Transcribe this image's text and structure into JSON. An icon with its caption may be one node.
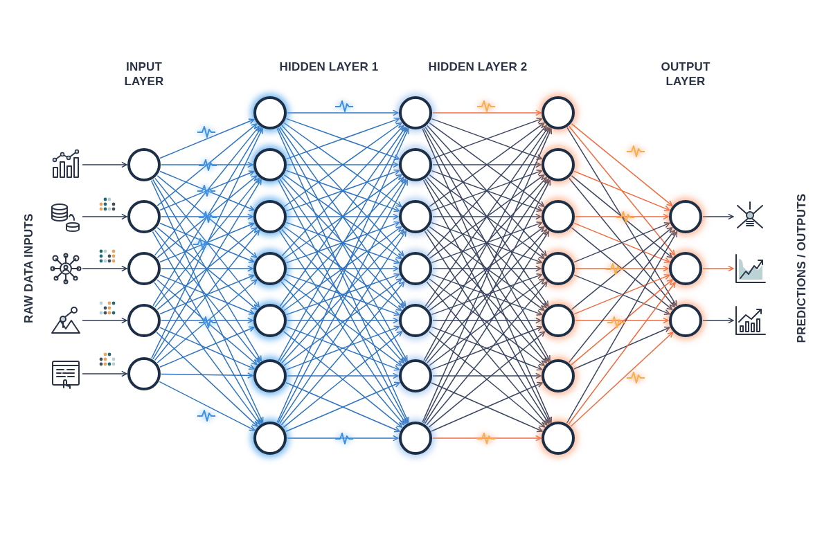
{
  "diagram": {
    "nodes": [
      {
        "text": [],
        "shape": "picture"
      },
      {
        "text": [],
        "shape": "picture"
      },
      {
        "text": [],
        "shape": "picture"
      },
      {
        "text": [],
        "shape": "picture"
      },
      {
        "text": [],
        "shape": "picture"
      },
      {
        "text": [],
        "shape": "circle"
      },
      {
        "text": [],
        "shape": "circle"
      },
      {
        "text": [],
        "shape": "circle"
      },
      {
        "text": [],
        "shape": "circle"
      },
      {
        "text": [],
        "shape": "circle"
      },
      {
        "text": [],
        "shape": "circle"
      },
      {
        "text": [],
        "shape": "circle"
      },
      {
        "text": [],
        "shape": "circle"
      },
      {
        "text": [],
        "shape": "circle"
      },
      {
        "text": [],
        "shape": "circle"
      },
      {
        "text": [],
        "shape": "circle"
      },
      {
        "text": [],
        "shape": "circle"
      },
      {
        "text": [],
        "shape": "circle"
      },
      {
        "text": [],
        "shape": "circle"
      },
      {
        "text": [],
        "shape": "circle"
      },
      {
        "text": [],
        "shape": "circle"
      },
      {
        "text": [],
        "shape": "circle"
      },
      {
        "text": [],
        "shape": "circle"
      },
      {
        "text": [],
        "shape": "circle"
      },
      {
        "text": [],
        "shape": "circle"
      },
      {
        "text": [],
        "shape": "circle"
      },
      {
        "text": [],
        "shape": "circle"
      },
      {
        "text": [],
        "shape": "circle"
      },
      {
        "text": [],
        "shape": "circle"
      },
      {
        "text": [],
        "shape": "circle"
      },
      {
        "text": [],
        "shape": "circle"
      },
      {
        "text": [],
        "shape": "circle"
      },
      {
        "text": [],
        "shape": "circle"
      },
      {
        "text": [],
        "shape": "circle"
      },
      {
        "text": [],
        "shape": "picture"
      },
      {
        "text": [],
        "shape": "picture"
      },
      {
        "text": [],
        "shape": "picture"
      }
    ],
    "edges": [
      {
        "from": 0,
        "to": 5,
        "arrow": "to",
        "color": "#2b3a52"
      },
      {
        "from": 1,
        "to": 6,
        "arrow": "to",
        "color": "#2b3a52"
      },
      {
        "from": 2,
        "to": 7,
        "arrow": "to",
        "color": "#2b3a52"
      },
      {
        "from": 3,
        "to": 8,
        "arrow": "to",
        "color": "#2b3a52"
      },
      {
        "from": 4,
        "to": 9,
        "arrow": "to",
        "color": "#2b3a52"
      },
      {
        "from": 5,
        "to": 10,
        "arrow": "to"
      },
      {
        "from": 5,
        "to": 11,
        "arrow": "to"
      },
      {
        "from": 5,
        "to": 12,
        "arrow": "to"
      },
      {
        "from": 5,
        "to": 13,
        "arrow": "to"
      },
      {
        "from": 5,
        "to": 14,
        "arrow": "to"
      },
      {
        "from": 5,
        "to": 15,
        "arrow": "to"
      },
      {
        "from": 5,
        "to": 16,
        "arrow": "to"
      },
      {
        "from": 6,
        "to": 10,
        "arrow": "to"
      },
      {
        "from": 6,
        "to": 11,
        "arrow": "to"
      },
      {
        "from": 6,
        "to": 12,
        "arrow": "to"
      },
      {
        "from": 6,
        "to": 13,
        "arrow": "to"
      },
      {
        "from": 6,
        "to": 14,
        "arrow": "to"
      },
      {
        "from": 6,
        "to": 15,
        "arrow": "to"
      },
      {
        "from": 6,
        "to": 16,
        "arrow": "to"
      },
      {
        "from": 7,
        "to": 10,
        "arrow": "to"
      },
      {
        "from": 7,
        "to": 11,
        "arrow": "to"
      },
      {
        "from": 7,
        "to": 12,
        "arrow": "to"
      },
      {
        "from": 7,
        "to": 13,
        "arrow": "to"
      },
      {
        "from": 7,
        "to": 14,
        "arrow": "to"
      },
      {
        "from": 7,
        "to": 15,
        "arrow": "to"
      },
      {
        "from": 7,
        "to": 16,
        "arrow": "to"
      },
      {
        "from": 8,
        "to": 10,
        "arrow": "to"
      },
      {
        "from": 8,
        "to": 11,
        "arrow": "to"
      },
      {
        "from": 8,
        "to": 12,
        "arrow": "to"
      },
      {
        "from": 8,
        "to": 13,
        "arrow": "to"
      },
      {
        "from": 8,
        "to": 14,
        "arrow": "to"
      },
      {
        "from": 8,
        "to": 15,
        "arrow": "to"
      },
      {
        "from": 8,
        "to": 16,
        "arrow": "to"
      },
      {
        "from": 9,
        "to": 10,
        "arrow": "to"
      },
      {
        "from": 9,
        "to": 11,
        "arrow": "to"
      },
      {
        "from": 9,
        "to": 12,
        "arrow": "to"
      },
      {
        "from": 9,
        "to": 13,
        "arrow": "to"
      },
      {
        "from": 9,
        "to": 14,
        "arrow": "to"
      },
      {
        "from": 9,
        "to": 15,
        "arrow": "to"
      },
      {
        "from": 9,
        "to": 16,
        "arrow": "to"
      },
      {
        "from": 10,
        "to": 17,
        "arrow": "to"
      },
      {
        "from": 10,
        "to": 18,
        "arrow": "to"
      },
      {
        "from": 10,
        "to": 19,
        "arrow": "to"
      },
      {
        "from": 10,
        "to": 20,
        "arrow": "to"
      },
      {
        "from": 10,
        "to": 21,
        "arrow": "to"
      },
      {
        "from": 10,
        "to": 22,
        "arrow": "to"
      },
      {
        "from": 10,
        "to": 23,
        "arrow": "to"
      },
      {
        "from": 11,
        "to": 17,
        "arrow": "to"
      },
      {
        "from": 11,
        "to": 18,
        "arrow": "to"
      },
      {
        "from": 11,
        "to": 19,
        "arrow": "to"
      },
      {
        "from": 11,
        "to": 20,
        "arrow": "to"
      },
      {
        "from": 11,
        "to": 21,
        "arrow": "to"
      },
      {
        "from": 11,
        "to": 22,
        "arrow": "to"
      },
      {
        "from": 11,
        "to": 23,
        "arrow": "to"
      },
      {
        "from": 12,
        "to": 17,
        "arrow": "to"
      },
      {
        "from": 12,
        "to": 18,
        "arrow": "to"
      },
      {
        "from": 12,
        "to": 19,
        "arrow": "to"
      },
      {
        "from": 12,
        "to": 20,
        "arrow": "to"
      },
      {
        "from": 12,
        "to": 21,
        "arrow": "to"
      },
      {
        "from": 12,
        "to": 22,
        "arrow": "to"
      },
      {
        "from": 12,
        "to": 23,
        "arrow": "to"
      },
      {
        "from": 13,
        "to": 17,
        "arrow": "to"
      },
      {
        "from": 13,
        "to": 18,
        "arrow": "to"
      },
      {
        "from": 13,
        "to": 19,
        "arrow": "to"
      },
      {
        "from": 13,
        "to": 20,
        "arrow": "to"
      },
      {
        "from": 13,
        "to": 21,
        "arrow": "to"
      },
      {
        "from": 13,
        "to": 22,
        "arrow": "to"
      },
      {
        "from": 13,
        "to": 23,
        "arrow": "to"
      },
      {
        "from": 14,
        "to": 17,
        "arrow": "to"
      },
      {
        "from": 14,
        "to": 18,
        "arrow": "to"
      },
      {
        "from": 14,
        "to": 19,
        "arrow": "to"
      },
      {
        "from": 14,
        "to": 20,
        "arrow": "to"
      },
      {
        "from": 14,
        "to": 21,
        "arrow": "to"
      },
      {
        "from": 14,
        "to": 22,
        "arrow": "to"
      },
      {
        "from": 14,
        "to": 23,
        "arrow": "to"
      },
      {
        "from": 15,
        "to": 17,
        "arrow": "to"
      },
      {
        "from": 15,
        "to": 18,
        "arrow": "to"
      },
      {
        "from": 15,
        "to": 19,
        "arrow": "to"
      },
      {
        "from": 15,
        "to": 20,
        "arrow": "to"
      },
      {
        "from": 15,
        "to": 21,
        "arrow": "to"
      },
      {
        "from": 15,
        "to": 22,
        "arrow": "to"
      },
      {
        "from": 15,
        "to": 23,
        "arrow": "to"
      },
      {
        "from": 16,
        "to": 17,
        "arrow": "to"
      },
      {
        "from": 16,
        "to": 18,
        "arrow": "to"
      },
      {
        "from": 16,
        "to": 19,
        "arrow": "to"
      },
      {
        "from": 16,
        "to": 20,
        "arrow": "to"
      },
      {
        "from": 16,
        "to": 21,
        "arrow": "to"
      },
      {
        "from": 16,
        "to": 22,
        "arrow": "to"
      },
      {
        "from": 16,
        "to": 23,
        "arrow": "to"
      },
      {
        "from": 17,
        "to": 24,
        "arrow": "to",
        "color": "#f06a3c"
      },
      {
        "from": 17,
        "to": 25,
        "arrow": "to",
        "color": "#3a4560"
      },
      {
        "from": 17,
        "to": 26,
        "arrow": "to",
        "color": "#3a4560"
      },
      {
        "from": 17,
        "to": 27,
        "arrow": "to",
        "color": "#3a4560"
      },
      {
        "from": 17,
        "to": 28,
        "arrow": "to",
        "color": "#3a4560"
      },
      {
        "from": 17,
        "to": 29,
        "arrow": "to",
        "color": "#3a4560"
      },
      {
        "from": 17,
        "to": 30,
        "arrow": "to",
        "color": "#3a4560"
      },
      {
        "from": 18,
        "to": 24,
        "arrow": "to",
        "color": "#3a4560"
      },
      {
        "from": 18,
        "to": 25,
        "arrow": "to",
        "color": "#3a4560"
      },
      {
        "from": 18,
        "to": 26,
        "arrow": "to",
        "color": "#3a4560"
      },
      {
        "from": 18,
        "to": 27,
        "arrow": "to",
        "color": "#3a4560"
      },
      {
        "from": 18,
        "to": 28,
        "arrow": "to",
        "color": "#3a4560"
      },
      {
        "from": 18,
        "to": 29,
        "arrow": "to",
        "color": "#3a4560"
      },
      {
        "from": 18,
        "to": 30,
        "arrow": "to",
        "color": "#3a4560"
      },
      {
        "from": 19,
        "to": 24,
        "arrow": "to",
        "color": "#3a4560"
      },
      {
        "from": 19,
        "to": 25,
        "arrow": "to",
        "color": "#3a4560"
      },
      {
        "from": 19,
        "to": 26,
        "arrow": "to",
        "color": "#3a4560"
      },
      {
        "from": 19,
        "to": 27,
        "arrow": "to",
        "color": "#3a4560"
      },
      {
        "from": 19,
        "to": 28,
        "arrow": "to",
        "color": "#3a4560"
      },
      {
        "from": 19,
        "to": 29,
        "arrow": "to",
        "color": "#3a4560"
      },
      {
        "from": 19,
        "to": 30,
        "arrow": "to",
        "color": "#3a4560"
      },
      {
        "from": 20,
        "to": 24,
        "arrow": "to",
        "color": "#3a4560"
      },
      {
        "from": 20,
        "to": 25,
        "arrow": "to",
        "color": "#3a4560"
      },
      {
        "from": 20,
        "to": 26,
        "arrow": "to",
        "color": "#3a4560"
      },
      {
        "from": 20,
        "to": 27,
        "arrow": "to",
        "color": "#3a4560"
      },
      {
        "from": 20,
        "to": 28,
        "arrow": "to",
        "color": "#3a4560"
      },
      {
        "from": 20,
        "to": 29,
        "arrow": "to",
        "color": "#3a4560"
      },
      {
        "from": 20,
        "to": 30,
        "arrow": "to",
        "color": "#3a4560"
      },
      {
        "from": 21,
        "to": 24,
        "arrow": "to",
        "color": "#3a4560"
      },
      {
        "from": 21,
        "to": 25,
        "arrow": "to",
        "color": "#3a4560"
      },
      {
        "from": 21,
        "to": 26,
        "arrow": "to",
        "color": "#3a4560"
      },
      {
        "from": 21,
        "to": 27,
        "arrow": "to",
        "color": "#3a4560"
      },
      {
        "from": 21,
        "to": 28,
        "arrow": "to",
        "color": "#3a4560"
      },
      {
        "from": 21,
        "to": 29,
        "arrow": "to",
        "color": "#3a4560"
      },
      {
        "from": 21,
        "to": 30,
        "arrow": "to",
        "color": "#3a4560"
      },
      {
        "from": 22,
        "to": 24,
        "arrow": "to",
        "color": "#3a4560"
      },
      {
        "from": 22,
        "to": 25,
        "arrow": "to",
        "color": "#3a4560"
      },
      {
        "from": 22,
        "to": 26,
        "arrow": "to",
        "color": "#3a4560"
      },
      {
        "from": 22,
        "to": 27,
        "arrow": "to",
        "color": "#3a4560"
      },
      {
        "from": 22,
        "to": 28,
        "arrow": "to",
        "color": "#3a4560"
      },
      {
        "from": 22,
        "to": 29,
        "arrow": "to",
        "color": "#3a4560"
      },
      {
        "from": 22,
        "to": 30,
        "arrow": "to",
        "color": "#3a4560"
      },
      {
        "from": 23,
        "to": 24,
        "arrow": "to",
        "color": "#3a4560"
      },
      {
        "from": 23,
        "to": 25,
        "arrow": "to",
        "color": "#3a4560"
      },
      {
        "from": 23,
        "to": 26,
        "arrow": "to",
        "color": "#3a4560"
      },
      {
        "from": 23,
        "to": 27,
        "arrow": "to",
        "color": "#3a4560"
      },
      {
        "from": 23,
        "to": 28,
        "arrow": "to",
        "color": "#3a4560"
      },
      {
        "from": 23,
        "to": 29,
        "arrow": "to",
        "color": "#3a4560"
      },
      {
        "from": 23,
        "to": 30,
        "arrow": "to",
        "color": "#f06a3c"
      },
      {
        "from": 24,
        "to": 31,
        "arrow": "to",
        "color": "#f06a3c"
      },
      {
        "from": 24,
        "to": 32,
        "arrow": "to",
        "color": "#f06a3c"
      },
      {
        "from": 24,
        "to": 33,
        "arrow": "to",
        "color": "#3a4560"
      },
      {
        "from": 25,
        "to": 31,
        "arrow": "to",
        "color": "#f06a3c"
      },
      {
        "from": 25,
        "to": 32,
        "arrow": "to",
        "color": "#3a4560"
      },
      {
        "from": 25,
        "to": 33,
        "arrow": "to",
        "color": "#3a4560"
      },
      {
        "from": 26,
        "to": 31,
        "arrow": "to",
        "color": "#f06a3c"
      },
      {
        "from": 26,
        "to": 32,
        "arrow": "to",
        "color": "#f06a3c"
      },
      {
        "from": 26,
        "to": 33,
        "arrow": "to",
        "color": "#3a4560"
      },
      {
        "from": 27,
        "to": 31,
        "arrow": "to",
        "color": "#3a4560"
      },
      {
        "from": 27,
        "to": 32,
        "arrow": "to",
        "color": "#f06a3c"
      },
      {
        "from": 27,
        "to": 33,
        "arrow": "to",
        "color": "#3a4560"
      },
      {
        "from": 28,
        "to": 31,
        "arrow": "to",
        "color": "#3a4560"
      },
      {
        "from": 28,
        "to": 32,
        "arrow": "to",
        "color": "#f06a3c"
      },
      {
        "from": 28,
        "to": 33,
        "arrow": "to",
        "color": "#f06a3c"
      },
      {
        "from": 29,
        "to": 31,
        "arrow": "to",
        "color": "#3a4560"
      },
      {
        "from": 29,
        "to": 32,
        "arrow": "to",
        "color": "#f06a3c"
      },
      {
        "from": 29,
        "to": 33,
        "arrow": "to",
        "color": "#3a4560"
      },
      {
        "from": 30,
        "to": 31,
        "arrow": "to",
        "color": "#3a4560"
      },
      {
        "from": 30,
        "to": 32,
        "arrow": "to",
        "color": "#f06a3c"
      },
      {
        "from": 30,
        "to": 33,
        "arrow": "to",
        "color": "#f06a3c"
      },
      {
        "from": 31,
        "to": 34,
        "arrow": "to",
        "color": "#2b3a52"
      },
      {
        "from": 32,
        "to": 35,
        "arrow": "to",
        "color": "#f06a3c"
      },
      {
        "from": 33,
        "to": 36,
        "arrow": "to",
        "color": "#2b3a52"
      }
    ],
    "labels": [
      "INPUT LAYER",
      "HIDDEN LAYER 1",
      "HIDDEN LAYER 2",
      "OUTPUT LAYER",
      "RAW DATA INPUTS",
      "PREDICTIONS / OUTPUTS"
    ]
  }
}
